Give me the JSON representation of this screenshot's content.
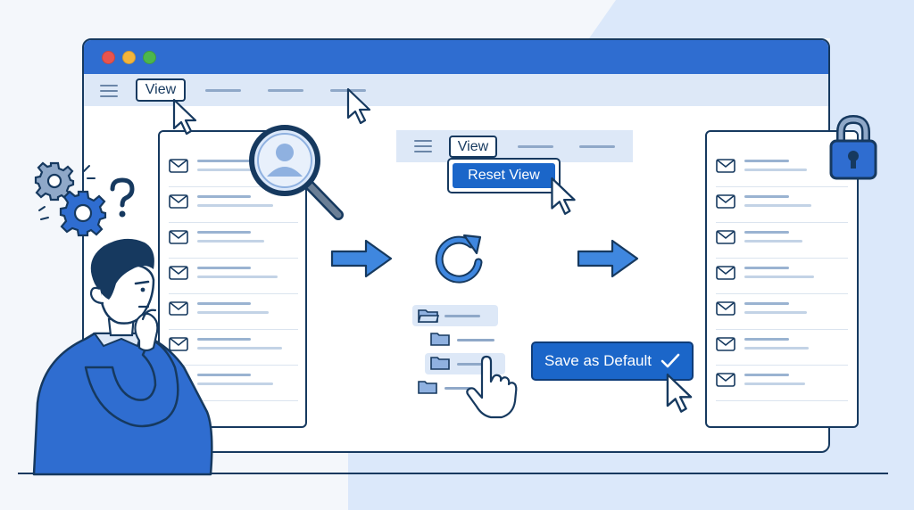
{
  "colors": {
    "accent": "#2f6dd0",
    "dark": "#16395f",
    "light": "#dde8f7",
    "button": "#1b66c9"
  },
  "window": {
    "traffic_lights": [
      "#e8544e",
      "#f3b53b",
      "#4cb74c"
    ]
  },
  "menubar": {
    "view_label": "View",
    "icon": "hamburger-icon"
  },
  "middle_menubar": {
    "view_label": "View"
  },
  "dropdown": {
    "reset_label": "Reset View"
  },
  "save_button": {
    "label": "Save as Default",
    "icon": "checkmark-icon"
  },
  "icons": [
    "search-user-icon",
    "gear-icon",
    "question-icon",
    "refresh-icon",
    "lock-icon",
    "folder-icon",
    "hand-pointer-icon",
    "envelope-icon",
    "arrow-right-icon"
  ]
}
